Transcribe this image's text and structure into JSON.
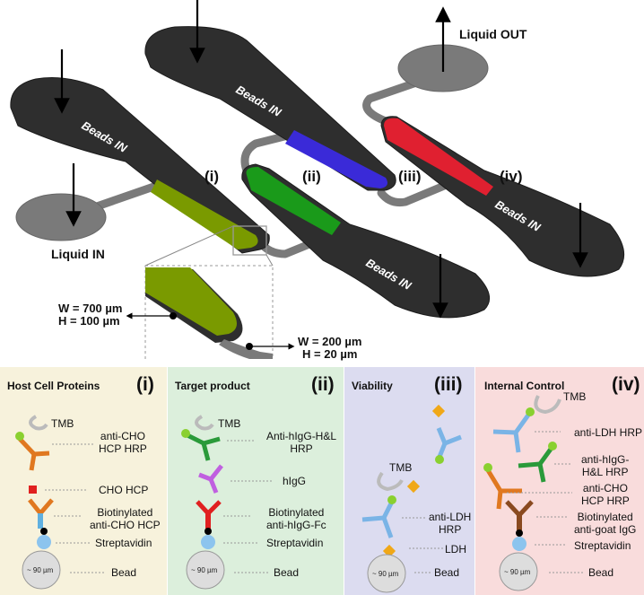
{
  "chip": {
    "beads_in_label": "Beads IN",
    "liquid_in_label": "Liquid IN",
    "liquid_out_label": "Liquid OUT",
    "channels": [
      {
        "id": "i",
        "label": "(i)",
        "bead_color": "#7a9a00"
      },
      {
        "id": "ii",
        "label": "(ii)",
        "bead_color": "#1a9a1a"
      },
      {
        "id": "iii",
        "label": "(iii)",
        "bead_color": "#3a2ad8"
      },
      {
        "id": "iv",
        "label": "(iv)",
        "bead_color": "#e02030"
      }
    ],
    "inset": {
      "chamber_dims": [
        "W = 700 µm",
        "H = 100 µm"
      ],
      "channel_dims": [
        "W = 200 µm",
        "H = 20 µm"
      ]
    }
  },
  "panels": [
    {
      "id": "i",
      "title": "Host Cell Proteins",
      "numeral": "(i)",
      "bg": "#f7f2dc",
      "tmb": "TMB",
      "labels": [
        "anti-CHO\nHCP HRP",
        "CHO HCP",
        "Biotinylated\nanti-CHO HCP",
        "Streptavidin",
        "Bead"
      ],
      "bead_size": "~ 90 µm"
    },
    {
      "id": "ii",
      "title": "Target product",
      "numeral": "(ii)",
      "bg": "#dcefdc",
      "tmb": "TMB",
      "labels": [
        "Anti-hIgG-H&L\nHRP",
        "hIgG",
        "Biotinylated\nanti-hIgG-Fc",
        "Streptavidin",
        "Bead"
      ],
      "bead_size": "~ 90 µm"
    },
    {
      "id": "iii",
      "title": "Viability",
      "numeral": "(iii)",
      "bg": "#dcdcf0",
      "tmb": "TMB",
      "labels": [
        "anti-LDH\nHRP",
        "LDH",
        "Bead"
      ],
      "bead_size": "~ 90 µm"
    },
    {
      "id": "iv",
      "title": "Internal Control",
      "numeral": "(iv)",
      "bg": "#f9dcdc",
      "tmb": "TMB",
      "labels": [
        "anti-LDH HRP",
        "anti-hIgG-\nH&L HRP",
        "anti-CHO\nHCP HRP",
        "Biotinylated\nanti-goat IgG",
        "Streptavidin",
        "Bead"
      ],
      "bead_size": "~ 90 µm"
    }
  ]
}
